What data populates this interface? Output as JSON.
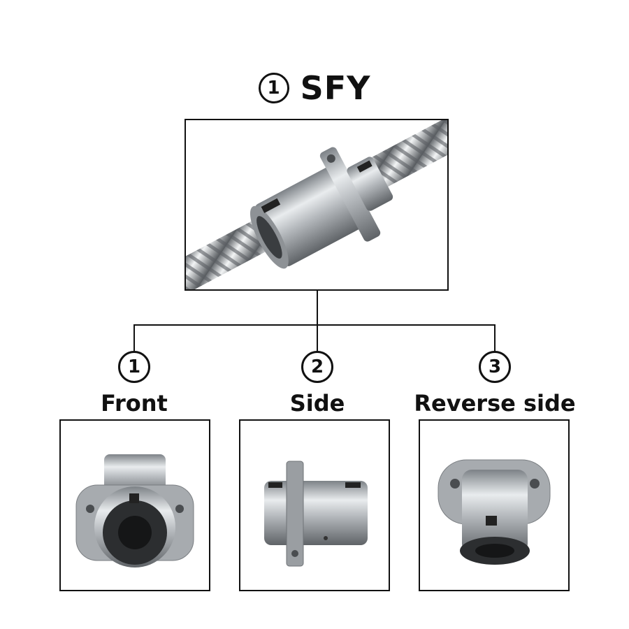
{
  "header": {
    "number": "1",
    "title": "SFY"
  },
  "views": [
    {
      "number": "1",
      "label": "Front"
    },
    {
      "number": "2",
      "label": "Side"
    },
    {
      "number": "3",
      "label": "Reverse side"
    }
  ],
  "colors": {
    "line": "#111111",
    "steel": "#b8bcc0"
  }
}
